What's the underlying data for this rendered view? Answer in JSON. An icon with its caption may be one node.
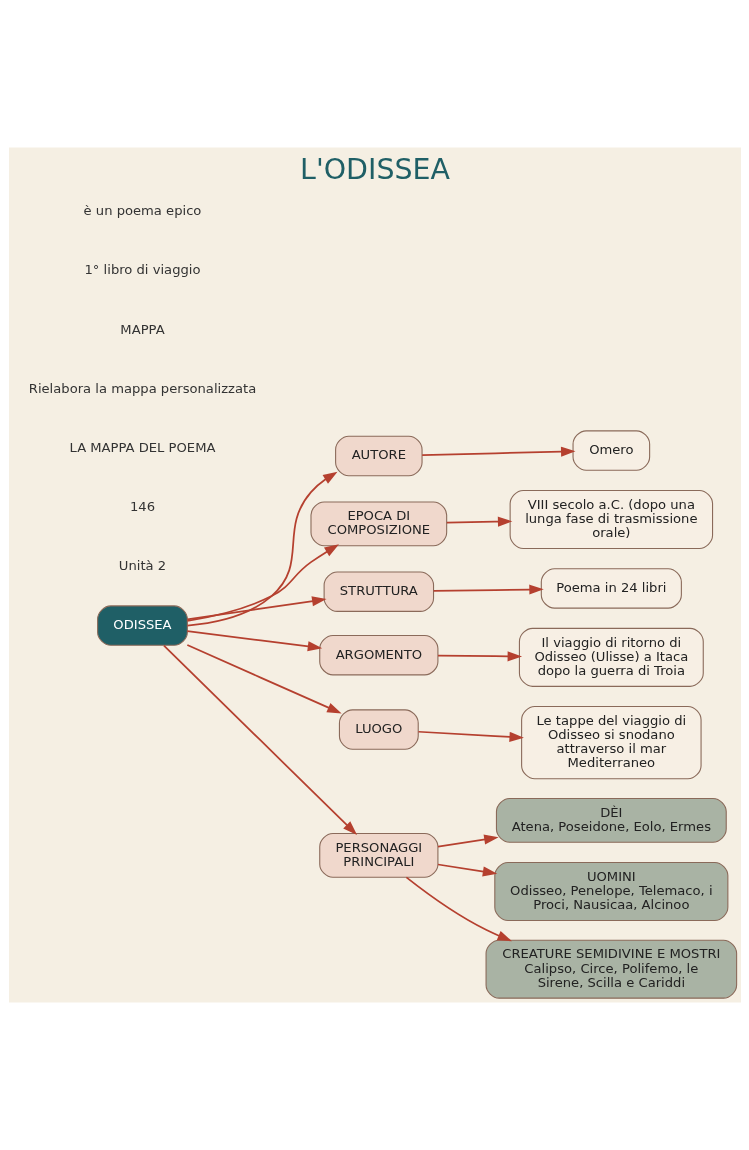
{
  "diagram": {
    "title": "L'ODISSEA",
    "nodes": [
      {
        "text": [
          "ODISSEA"
        ]
      },
      {
        "text": [
          "AUTORE"
        ]
      },
      {
        "text": [
          "Omero"
        ]
      },
      {
        "text": [
          "EPOCA DI COMPOSIZIONE"
        ]
      },
      {
        "text": [
          "VIII secolo a.C. (dopo una lunga fase di trasmissione orale)"
        ]
      },
      {
        "text": [
          "STRUTTURA"
        ]
      },
      {
        "text": [
          "Poema in 24 libri"
        ]
      },
      {
        "text": [
          "ARGOMENTO"
        ]
      },
      {
        "text": [
          "Il viaggio di ritorno di Odisseo (Ulisse) a Itaca dopo la guerra di Troia"
        ]
      },
      {
        "text": [
          "LUOGO"
        ]
      },
      {
        "text": [
          "Le tappe del viaggio di Odisseo si snodano attraverso il mar Mediterraneo"
        ]
      },
      {
        "text": [
          "PERSONAGGI PRINCIPALI"
        ]
      },
      {
        "text": [
          "DÈI",
          "Atena, Poseidone, Eolo, Ermes"
        ]
      },
      {
        "text": [
          "UOMINI",
          "Odisseo, Penelope, Telemaco, i Proci, Nausicaa, Alcinoo"
        ]
      },
      {
        "text": [
          "CREATURE SEMIDIVINE E MOSTRI",
          "Calipso, Circe, Polifemo, le Sirene, Scilla e Cariddi"
        ]
      }
    ],
    "edges": [
      {
        "from": 0,
        "to": 1,
        "arrow": "to"
      },
      {
        "from": 0,
        "to": 3,
        "arrow": "to"
      },
      {
        "from": 0,
        "to": 5,
        "arrow": "to"
      },
      {
        "from": 0,
        "to": 7,
        "arrow": "to"
      },
      {
        "from": 0,
        "to": 9,
        "arrow": "to"
      },
      {
        "from": 0,
        "to": 11,
        "arrow": "to"
      },
      {
        "from": 1,
        "to": 2,
        "arrow": "to"
      },
      {
        "from": 3,
        "to": 4,
        "arrow": "to"
      },
      {
        "from": 5,
        "to": 6,
        "arrow": "to"
      },
      {
        "from": 7,
        "to": 8,
        "arrow": "to"
      },
      {
        "from": 9,
        "to": 10,
        "arrow": "to"
      },
      {
        "from": 11,
        "to": 12,
        "arrow": "to"
      },
      {
        "from": 11,
        "to": 13,
        "arrow": "to"
      },
      {
        "from": 11,
        "to": 14,
        "arrow": "to"
      }
    ],
    "labels": [
      "è un poema epico",
      "1° libro di viaggio",
      "MAPPA",
      "Rielabora la mappa personalizzata",
      "LA MAPPA DEL POEMA",
      "146",
      "Unità 2"
    ]
  }
}
